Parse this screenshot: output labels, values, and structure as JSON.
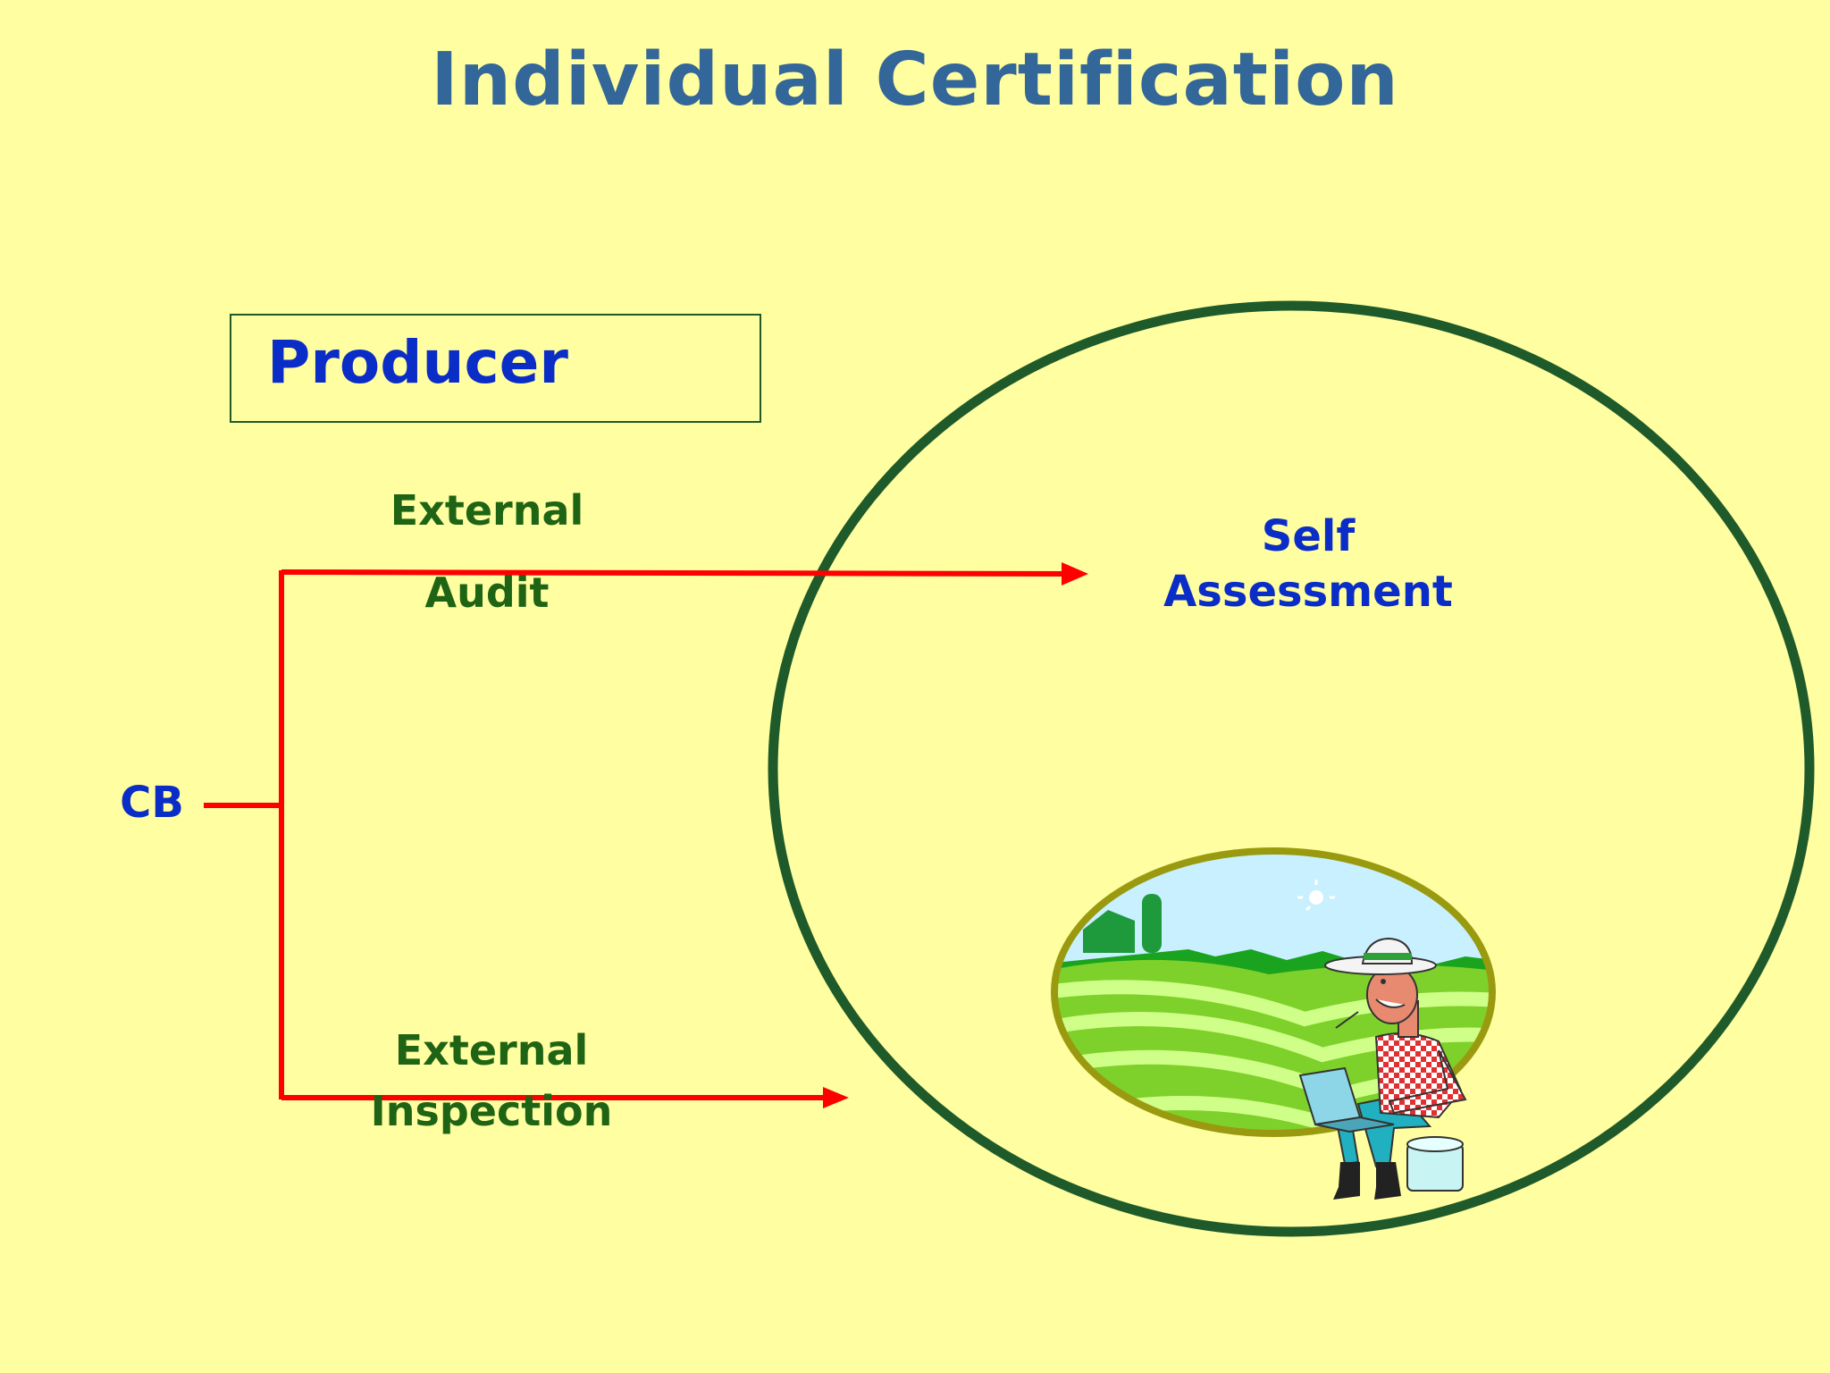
{
  "title": "Individual Certification",
  "producer": {
    "label": "Producer"
  },
  "cb": {
    "label": "CB"
  },
  "audit": {
    "line1": "External",
    "line2": "Audit"
  },
  "inspection": {
    "line1": "External",
    "line2": "Inspection"
  },
  "self_assessment": {
    "line1": "Self",
    "line2": "Assessment"
  },
  "illustration": {
    "icon": "farmer-with-laptop-icon"
  },
  "colors": {
    "background": "#FFFEA0",
    "title": "#336699",
    "blue_text": "#0A2DC8",
    "green_text": "#1E6414",
    "arrow": "#FF0000",
    "circle": "#1F5A2A"
  }
}
